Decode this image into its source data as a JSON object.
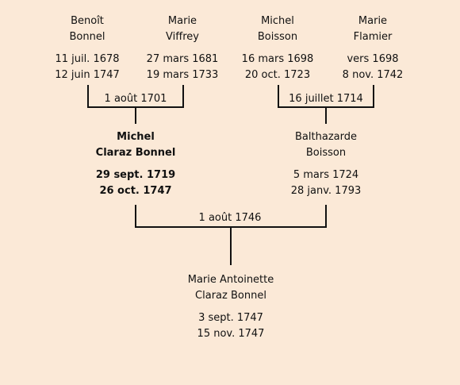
{
  "ancestors": [
    {
      "first": "Benoît",
      "last": "Bonnel",
      "birth": "11 juil. 1678",
      "death": "12 juin 1747"
    },
    {
      "first": "Marie",
      "last": "Viffrey",
      "birth": "27 mars 1681",
      "death": "19 mars 1733"
    },
    {
      "first": "Michel",
      "last": "Boisson",
      "birth": "16 mars 1698",
      "death": "20 oct. 1723"
    },
    {
      "first": "Marie",
      "last": "Flamier",
      "birth": "vers 1698",
      "death": "8 nov. 1742"
    }
  ],
  "marriages": {
    "bonnel_viffrey": "1 août 1701",
    "boisson_flamier": "16 juillet 1714",
    "claraz_boisson": "1 août 1746"
  },
  "parents": [
    {
      "first": "Michel",
      "last": "Claraz Bonnel",
      "birth": "29 sept. 1719",
      "death": "26 oct. 1747"
    },
    {
      "first": "Balthazarde",
      "last": "Boisson",
      "birth": "5 mars 1724",
      "death": "28 janv. 1793"
    }
  ],
  "child": {
    "first": "Marie Antoinette",
    "last": "Claraz Bonnel",
    "birth": "3 sept. 1747",
    "death": "15 nov. 1747"
  }
}
